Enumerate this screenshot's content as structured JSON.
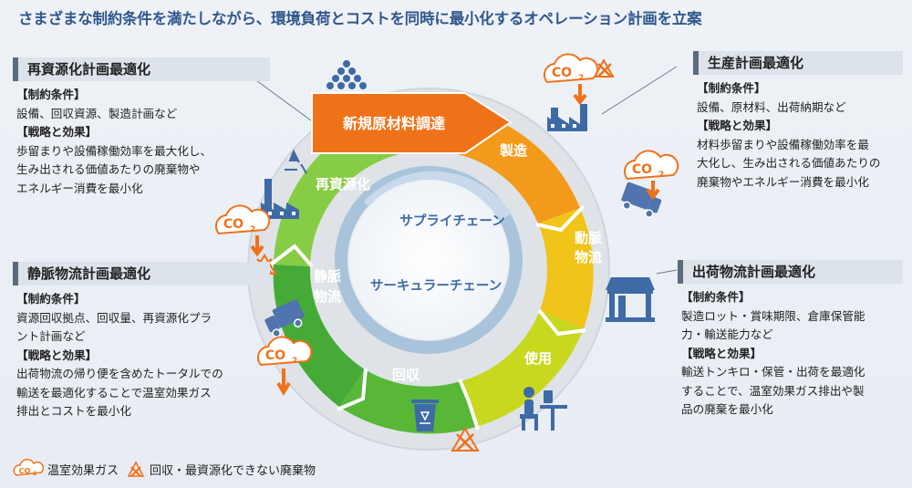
{
  "title": "さまざまな制約条件を満たしながら、環境負荷とコストを同時に最小化するオペレーション計画を立案",
  "panels": {
    "recycling": {
      "heading": "再資源化計画最適化",
      "constraints_label": "【制約条件】",
      "constraints": "設備、回収資源、製造計画など",
      "strategy_label": "【戦略と効果】",
      "strategy": "歩留まりや設備稼働効率を最大化し、\n生み出される価値あたりの廃棄物や\nエネルギー消費を最小化"
    },
    "reverse_logistics": {
      "heading": "静脈物流計画最適化",
      "constraints_label": "【制約条件】",
      "constraints": "資源回収拠点、回収量、再資源化プラ\nント計画など",
      "strategy_label": "【戦略と効果】",
      "strategy": "出荷物流の帰り便を含めたトータルでの\n輸送を最適化することで温室効果ガス\n排出とコストを最小化"
    },
    "production": {
      "heading": "生産計画最適化",
      "constraints_label": "【制約条件】",
      "constraints": "設備、原材料、出荷納期など",
      "strategy_label": "【戦略と効果】",
      "strategy": "材料歩留まりや設備稼働効率を最\n大化し、生み出される価値あたりの\n廃棄物やエネルギー消費を最小化"
    },
    "shipping": {
      "heading": "出荷物流計画最適化",
      "constraints_label": "【制約条件】",
      "constraints": "製造ロット・賞味期限、倉庫保管能\n力・輸送能力など",
      "strategy_label": "【戦略と効果】",
      "strategy": "輸送トンキロ・保管・出荷を最適化\nすることで、温室効果ガス排出や製\n品の廃棄を最小化"
    }
  },
  "cycle": {
    "new_material": "新規原材料調達",
    "manufacturing": "製造",
    "arterial_line1": "動脈",
    "arterial_line2": "物流",
    "use": "使用",
    "collection": "回収",
    "venous_line1": "静脈",
    "venous_line2": "物流",
    "recycling": "再資源化",
    "supply_chain": "サプライチェーン",
    "circular_chain": "サーキュラーチェーン"
  },
  "co2": {
    "main": "CO",
    "sub": "2"
  },
  "legend": {
    "ghg": "温室効果ガス",
    "waste": "回収・最資源化できない廃棄物"
  },
  "colors": {
    "title": "#30578c",
    "orange": "#f07a1a",
    "green": "#3fae36",
    "yellow": "#e8dc14",
    "ring_outer": "#d9dee5",
    "ring_inner": "#a8c4dc",
    "icon": "#3e6aa6"
  }
}
